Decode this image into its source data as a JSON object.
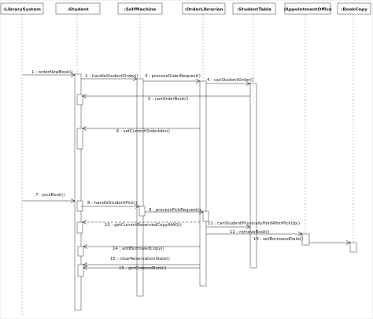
{
  "lifelines": [
    {
      "key": "library",
      "name": ":LibrarySystem"
    },
    {
      "key": "student",
      "name": ":Student"
    },
    {
      "key": "self",
      "name": ":SelfMachine"
    },
    {
      "key": "order",
      "name": ":OrderLibrarian"
    },
    {
      "key": "studenttable",
      "name": ":StudentTable"
    },
    {
      "key": "appointment",
      "name": ":AppointmentOffice"
    },
    {
      "key": "bookcopy",
      "name": ":BookCopy"
    }
  ],
  "messages": [
    {
      "from": "library",
      "to": "student",
      "label": "1 : orderNewBook()"
    },
    {
      "from": "student",
      "to": "self",
      "label": "2 : handleStudentOrder()"
    },
    {
      "from": "self",
      "to": "order",
      "label": "3 : processOrderRequest()"
    },
    {
      "from": "order",
      "to": "studenttable",
      "label": "4 : canStudentOrder()"
    },
    {
      "from": "studenttable",
      "to": "student",
      "label": "5 : canOrderBook()"
    },
    {
      "from": "order",
      "to": "student",
      "label": "6 : setCurrentOrderIsbn()"
    },
    {
      "from": "library",
      "to": "student",
      "label": "7 : pickBook()"
    },
    {
      "from": "student",
      "to": "self",
      "label": "8 : handleStudentPick()"
    },
    {
      "from": "self",
      "to": "order",
      "label": "9 : processPickRequest()"
    },
    {
      "from": "order",
      "to": "student",
      "label": "10 : getCurrentReservedCopyAtAO()"
    },
    {
      "from": "order",
      "to": "studenttable",
      "label": "11 : canStudentPhysicallyHoldAfterPickUp()"
    },
    {
      "from": "order",
      "to": "appointment",
      "label": "12 : removeBook()"
    },
    {
      "from": "appointment",
      "to": "bookcopy",
      "label": "13 : setBorrowedDate()"
    },
    {
      "from": "order",
      "to": "student",
      "label": "14 : addBorrowedCopy()"
    },
    {
      "from": "order",
      "to": "student",
      "label": "15 : clearReservationState()"
    },
    {
      "from": "order",
      "to": "student",
      "label": "16 : getOrderedBook()"
    }
  ]
}
